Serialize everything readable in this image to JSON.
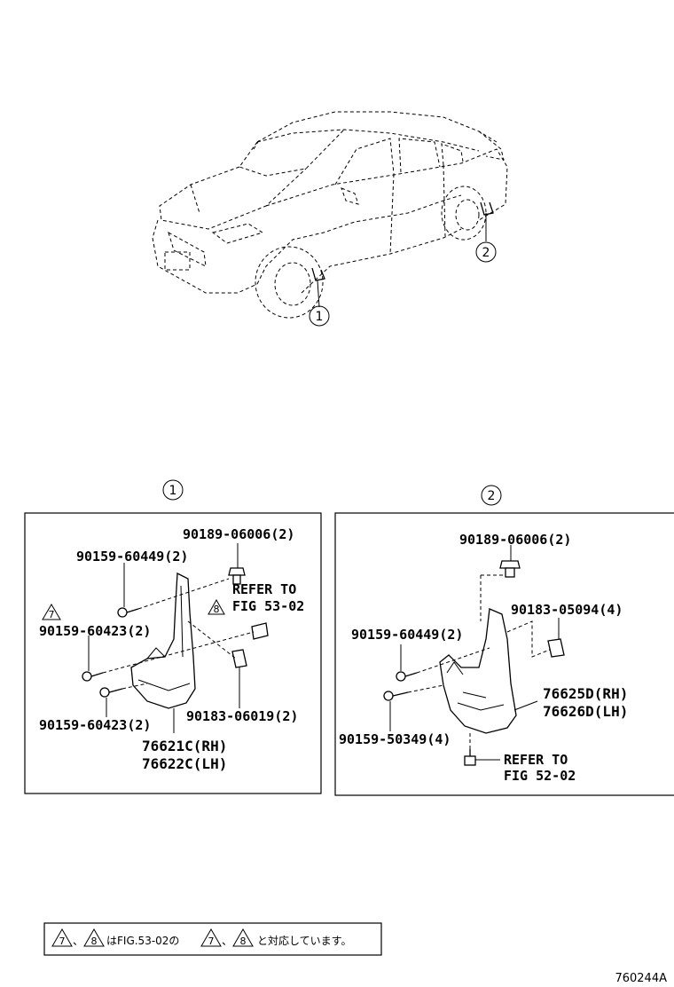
{
  "overview": {
    "callout_1": "1",
    "callout_2": "2"
  },
  "panel1": {
    "title_num": "1",
    "parts": {
      "clip_upper": "90189-06006(2)",
      "screw_upper": "90159-60449(2)",
      "screw_mid": "90159-60423(2)",
      "screw_lower": "90159-60423(2)",
      "nut": "90183-06019(2)",
      "mudguard_rh": "76621C(RH)",
      "mudguard_lh": "76622C(LH)"
    },
    "refer_line1": "REFER TO",
    "refer_line2": "FIG 53-02",
    "tri_refer": "8",
    "tri_screw": "7"
  },
  "panel2": {
    "title_num": "2",
    "parts": {
      "clip_upper": "90189-06006(2)",
      "nut": "90183-05094(4)",
      "screw_upper": "90159-60449(2)",
      "screw_lower": "90159-50349(4)",
      "mudguard_rh": "76625D(RH)",
      "mudguard_lh": "76626D(LH)"
    },
    "refer_line1": "REFER TO",
    "refer_line2": "FIG 52-02"
  },
  "note": {
    "tri_a": "7",
    "sep_a": "、",
    "tri_b": "8",
    "text_a": "はFIG.53-02の",
    "tri_c": "7",
    "sep_b": "、",
    "tri_d": "8",
    "text_b": "と対応しています。"
  },
  "figure_code": "760244A"
}
